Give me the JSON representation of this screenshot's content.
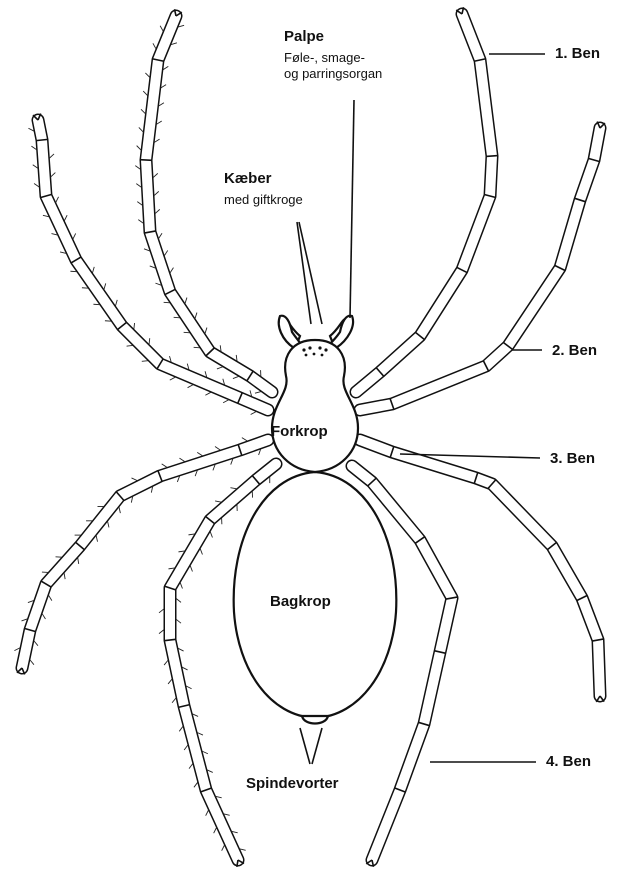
{
  "labels": {
    "palpe": "Palpe",
    "palpe_desc_1": "Føle-, smage-",
    "palpe_desc_2": "og parringsorgan",
    "kaeber": "Kæber",
    "kaeber_desc": "med giftkroge",
    "forkrop": "Forkrop",
    "bagkrop": "Bagkrop",
    "spindevorter": "Spindevorter",
    "ben1": "1. Ben",
    "ben2": "2. Ben",
    "ben3": "3. Ben",
    "ben4": "4. Ben"
  }
}
